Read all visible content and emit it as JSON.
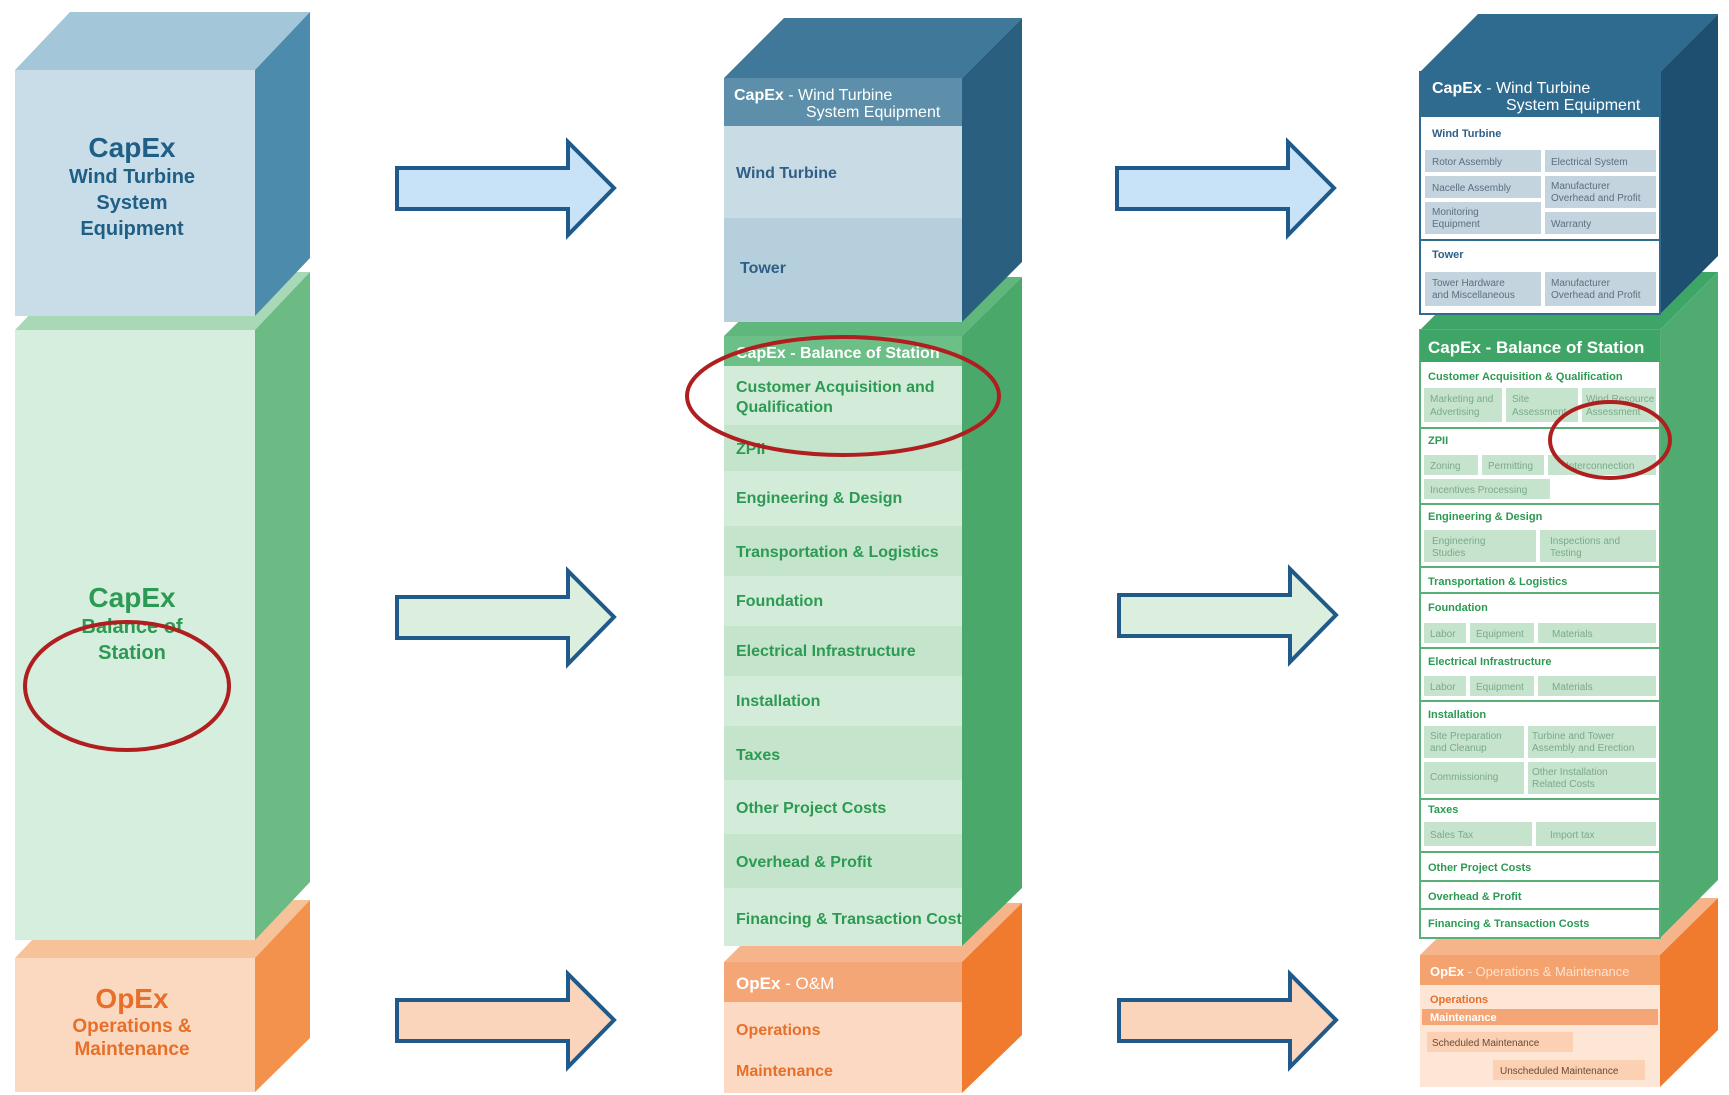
{
  "column1": {
    "top": {
      "line1": "CapEx",
      "line2": "Wind Turbine",
      "line3": "System",
      "line4": "Equipment"
    },
    "middle": {
      "line1": "CapEx",
      "line2": "Balance of",
      "line3": "Station"
    },
    "bottom": {
      "line1": "OpEx",
      "line2": "Operations &",
      "line3": "Maintenance"
    }
  },
  "column2": {
    "top_header": {
      "bold": "CapEx",
      "rest": " - Wind Turbine",
      "line2": "System Equipment"
    },
    "top_items": [
      "Wind Turbine",
      "Tower"
    ],
    "middle_header": {
      "bold": "CapEx",
      "rest": " - Balance of Station"
    },
    "middle_items": [
      "Customer Acquisition and",
      "Qualification",
      "ZPII",
      "Engineering & Design",
      "Transportation & Logistics",
      "Foundation",
      "Electrical Infrastructure",
      "Installation",
      "Taxes",
      "Other Project Costs",
      "Overhead & Profit",
      "Financing & Transaction Cost"
    ],
    "bottom_header": {
      "bold": "OpEx",
      "rest": " - O&M"
    },
    "bottom_items": [
      "Operations",
      "Maintenance"
    ]
  },
  "column3": {
    "top_header": {
      "bold": "CapEx",
      "rest": " - Wind Turbine",
      "line2": "System Equipment"
    },
    "wind_turbine": {
      "title": "Wind Turbine",
      "c1": "Rotor Assembly",
      "c2": "Electrical System",
      "c3": "Nacelle Assembly",
      "c4a": "Manufacturer",
      "c4b": "Overhead and Profit",
      "c5a": "Monitoring",
      "c5b": "Equipment",
      "c6": "Warranty"
    },
    "tower": {
      "title": "Tower",
      "c1a": "Tower Hardware",
      "c1b": "and Miscellaneous",
      "c2a": "Manufacturer",
      "c2b": "Overhead and Profit"
    },
    "bos_header": {
      "bold": "CapEx",
      "rest": " - Balance of Station"
    },
    "customer": {
      "title": "Customer Acquisition & Qualification",
      "c1a": "Marketing and",
      "c1b": "Advertising",
      "c2a": "Site",
      "c2b": "Assessment",
      "c3a": "Wind Resource",
      "c3b": "Assessment"
    },
    "zpii": {
      "title": "ZPII",
      "c1": "Zoning",
      "c2": "Permitting",
      "c3": "Interconnection",
      "c4": "Incentives Processing"
    },
    "engineering": {
      "title": "Engineering & Design",
      "c1a": "Engineering",
      "c1b": "Studies",
      "c2a": "Inspections and",
      "c2b": "Testing"
    },
    "transport": {
      "title": "Transportation & Logistics"
    },
    "foundation": {
      "title": "Foundation",
      "c1": "Labor",
      "c2": "Equipment",
      "c3": "Materials"
    },
    "electrical": {
      "title": "Electrical Infrastructure",
      "c1": "Labor",
      "c2": "Equipment",
      "c3": "Materials"
    },
    "installation": {
      "title": "Installation",
      "c1a": "Site Preparation",
      "c1b": "and Cleanup",
      "c2a": "Turbine and Tower",
      "c2b": "Assembly and Erection",
      "c3": "Commissioning",
      "c4a": "Other Installation",
      "c4b": "Related Costs"
    },
    "taxes": {
      "title": "Taxes",
      "c1": "Sales Tax",
      "c2": "Import tax"
    },
    "other": {
      "title": "Other Project Costs"
    },
    "overhead": {
      "title": "Overhead & Profit"
    },
    "financing": {
      "title": "Financing & Transaction Costs"
    },
    "opex_header": {
      "bold": "OpEx",
      "rest": " - Operations & Maintenance"
    },
    "operations": {
      "title": "Operations"
    },
    "maintenance": {
      "title": "Maintenance",
      "c1": "Scheduled Maintenance",
      "c2": "Unscheduled Maintenance"
    }
  },
  "colors": {
    "blue": "#2f6b8f",
    "green": "#2c9a52",
    "orange": "#f07a2e",
    "ellipse": "#b01f1f",
    "arrow_stroke": "#1f5a8a"
  }
}
